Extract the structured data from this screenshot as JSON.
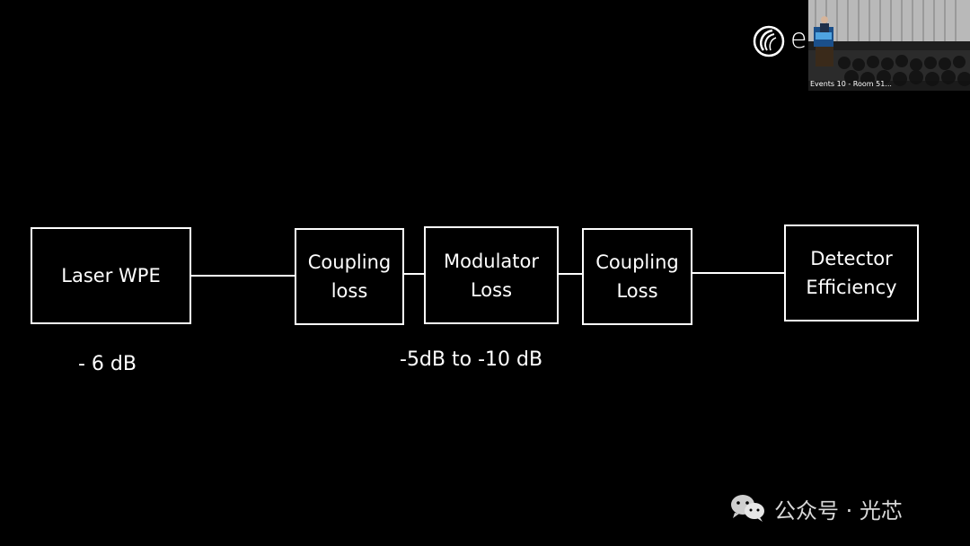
{
  "diagram": {
    "blocks": [
      {
        "id": "laser",
        "label": "Laser WPE"
      },
      {
        "id": "coupling1",
        "label": "Coupling\nloss"
      },
      {
        "id": "modulator",
        "label": "Modulator\nLoss"
      },
      {
        "id": "coupling2",
        "label": "Coupling\nLoss"
      },
      {
        "id": "detector",
        "label": "Detector\nEfficiency"
      }
    ],
    "annotations": {
      "laser_loss": "- 6 dB",
      "modulator_loss": "-5dB to -10 dB"
    }
  },
  "logo": {
    "letter": "e",
    "icon": "ofc-swirl-icon"
  },
  "video_inset": {
    "caption": "Events 10 - Room 51..."
  },
  "watermark": {
    "icon": "wechat-icon",
    "text": "公众号 · 光芯"
  },
  "colors": {
    "background": "#000000",
    "foreground": "#ffffff"
  }
}
